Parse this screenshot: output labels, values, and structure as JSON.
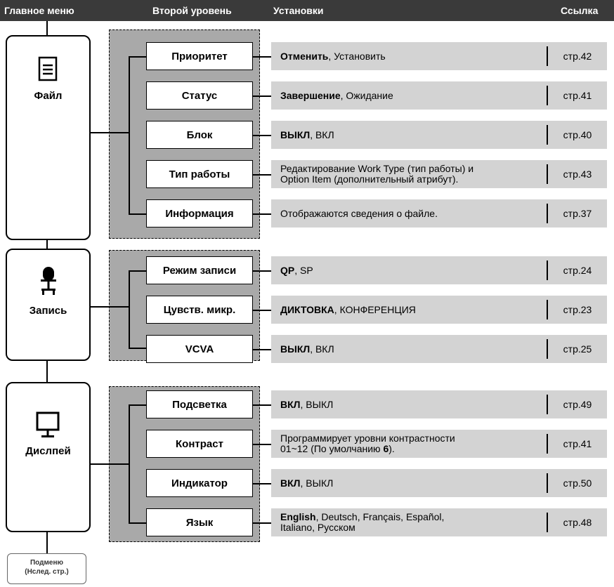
{
  "header": {
    "main_menu": "Главное меню",
    "second_level": "Второй уровень",
    "settings": "Установки",
    "reference": "Ссылка"
  },
  "groups": [
    {
      "label": "Файл",
      "icon": "document-icon",
      "items": [
        {
          "name": "Приоритет",
          "setting_bold": "Отменить",
          "setting_rest": ", Установить",
          "ref": "стр.42"
        },
        {
          "name": "Статус",
          "setting_bold": "Завершение",
          "setting_rest": ", Ожидание",
          "ref": "стр.41"
        },
        {
          "name": "Блок",
          "setting_bold": "ВЫКЛ",
          "setting_rest": ", ВКЛ",
          "ref": "стр.40"
        },
        {
          "name": "Тип работы",
          "setting_line1": "Редактирование Work Type (тип работы) и",
          "setting_line2": "Option Item (дополнительный атрибут).",
          "ref": "стр.43"
        },
        {
          "name": "Информация",
          "setting_plain": "Отображаются сведения о файле.",
          "ref": "стр.37"
        }
      ]
    },
    {
      "label": "Запись",
      "icon": "microphone-icon",
      "items": [
        {
          "name": "Режим записи",
          "setting_bold": "QP",
          "setting_rest": ", SP",
          "ref": "стр.24"
        },
        {
          "name": "Цувств. микр.",
          "setting_bold": "ДИКТОВКА",
          "setting_rest": ", КОНФЕРЕНЦИЯ",
          "ref": "стр.23"
        },
        {
          "name": "VCVA",
          "setting_bold": "ВЫКЛ",
          "setting_rest": ", ВКЛ",
          "ref": "стр.25"
        }
      ]
    },
    {
      "label": "Дислпей",
      "icon": "monitor-icon",
      "items": [
        {
          "name": "Подсветка",
          "setting_bold": "ВКЛ",
          "setting_rest": ", ВЫКЛ",
          "ref": "стр.49"
        },
        {
          "name": "Контраст",
          "setting_line1": "Программирует уровни контрастности",
          "setting_line2_pre": "01~12 (По умолчанию ",
          "setting_line2_bold": "6",
          "setting_line2_post": ").",
          "ref": "стр.41"
        },
        {
          "name": "Индикатор",
          "setting_bold": "ВКЛ",
          "setting_rest": ", ВЫКЛ",
          "ref": "стр.50"
        },
        {
          "name": "Язык",
          "setting_bold": "English",
          "setting_rest": ", Deutsch, Français, Español,",
          "setting_line2": "Italiano, Русском",
          "ref": "стр.48"
        }
      ]
    }
  ],
  "footer": {
    "line1": "Подменю",
    "line2": "(Нслед. стр.)"
  }
}
